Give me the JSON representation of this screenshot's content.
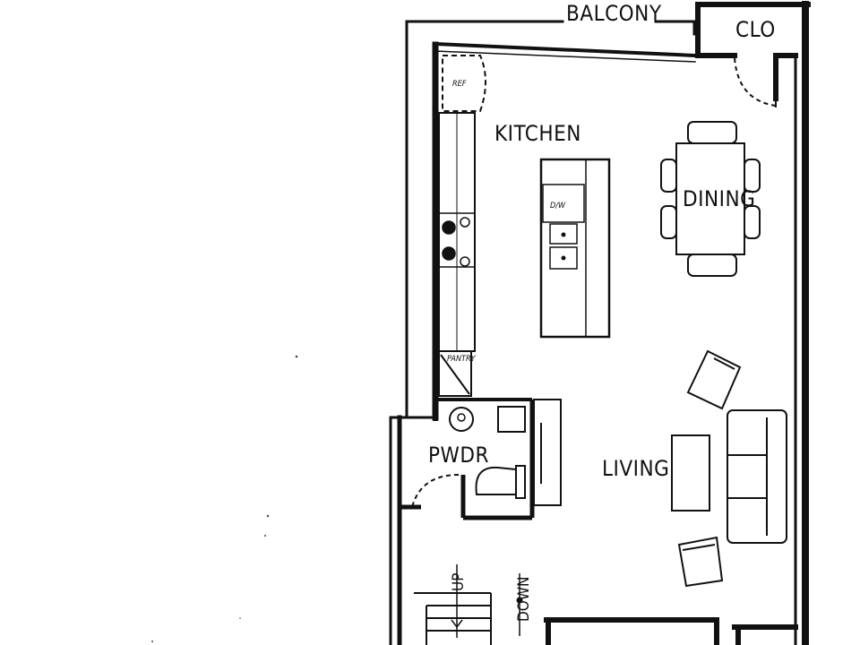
{
  "plan": {
    "rooms": {
      "balcony": "BALCONY",
      "closet": "CLO",
      "kitchen": "KITCHEN",
      "dining": "DINING",
      "living": "LIVING",
      "powder": "PWDR"
    },
    "fixtures": {
      "refrigerator": "REF",
      "dishwasher": "D/W",
      "pantry": "PANTRY"
    },
    "stairs": {
      "up": "UP",
      "down": "DOWN"
    }
  }
}
